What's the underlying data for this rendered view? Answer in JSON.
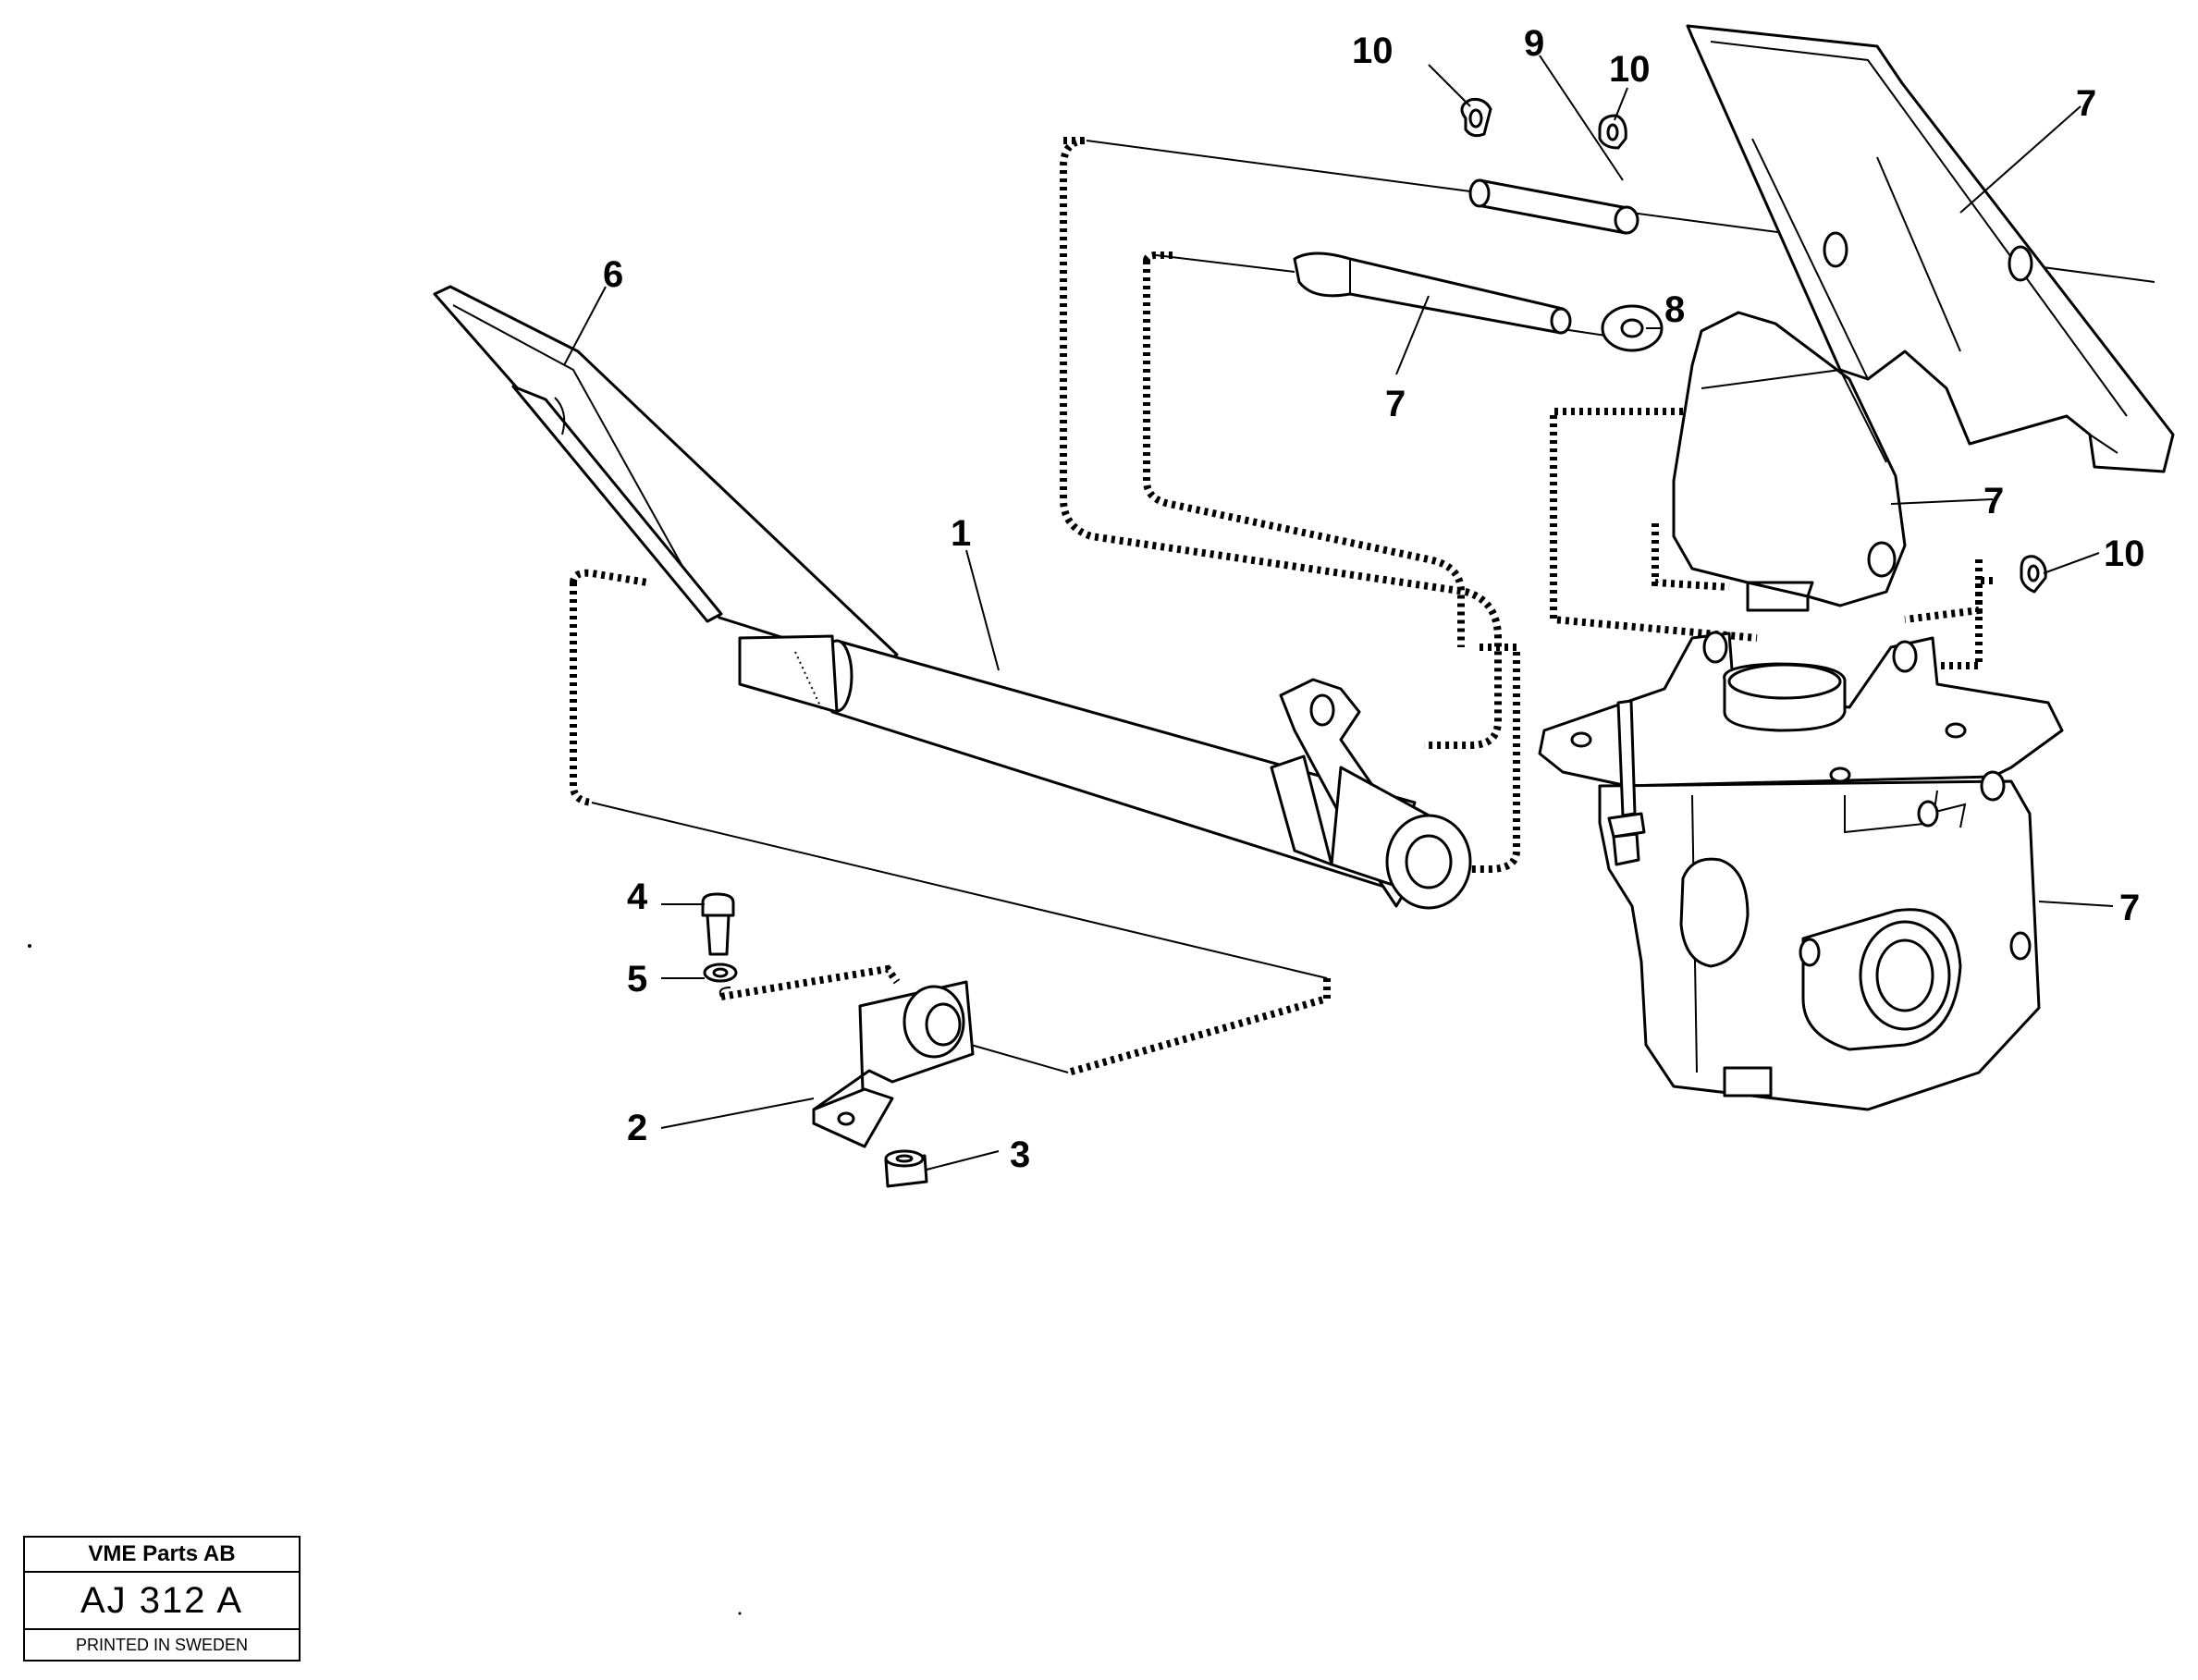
{
  "callouts": {
    "c1": "1",
    "c2": "2",
    "c3": "3",
    "c4": "4",
    "c5": "5",
    "c6": "6",
    "c7_pin": "7",
    "c7_pedal": "7",
    "c7_bracket": "7",
    "c7_valve": "7",
    "c8": "8",
    "c9": "9",
    "c10_left": "10",
    "c10_mid": "10",
    "c10_right": "10"
  },
  "title_block": {
    "company": "VME Parts AB",
    "code": "AJ 312 A",
    "printed": "PRINTED IN SWEDEN"
  }
}
